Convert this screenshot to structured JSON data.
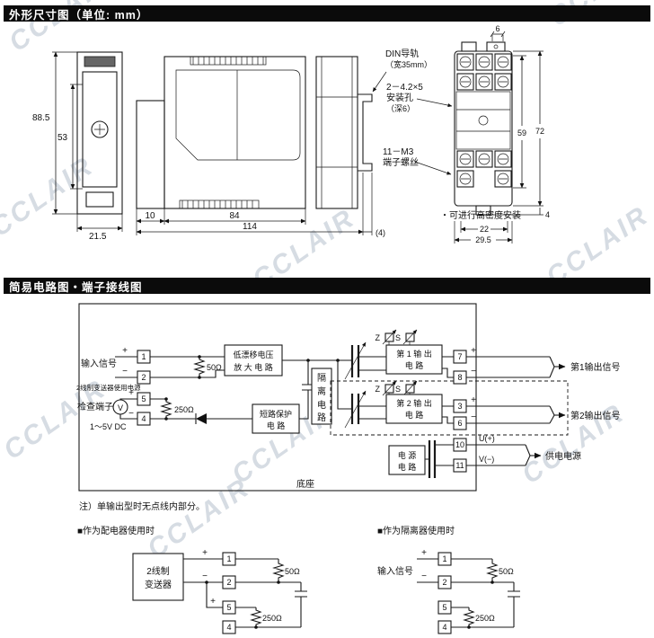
{
  "watermark": "CCLAIR",
  "sec1": {
    "title": "外形尺寸图（单位: mm）",
    "d_885": "88.5",
    "d_53": "53",
    "d_215": "21.5",
    "d_10": "10",
    "d_84": "84",
    "d_114": "114",
    "d_4p": "(4)",
    "d_6": "6",
    "d_72": "72",
    "d_59": "59",
    "d_4": "4",
    "d_22": "22",
    "d_295": "29.5",
    "ann_din_1": "DIN导轨",
    "ann_din_2": "（宽35mm）",
    "ann_hole_1": "2－4.2×5",
    "ann_hole_2": "安装孔",
    "ann_hole_3": "（深6）",
    "ann_screw_1": "11－M3",
    "ann_screw_2": "端子螺丝",
    "ann_density": "・可进行高密度安装"
  },
  "sec2": {
    "title": "简易电路图・端子接线图",
    "t1": "1",
    "t2": "2",
    "t5": "5",
    "t4": "4",
    "t7": "7",
    "t8": "8",
    "t3": "3",
    "t6": "6",
    "t10": "10",
    "t11": "11",
    "lbl_input": "输入信号",
    "lbl_2wire": "2线制变送器使用电源",
    "lbl_check": "检查端子",
    "lbl_v": "V",
    "lbl_vdc": "1～5V DC",
    "lbl_out1": "第1输出信号",
    "lbl_out2": "第2输出信号",
    "lbl_u": "U(+)",
    "lbl_vminus": "V(−)",
    "lbl_supply": "供电电源",
    "lbl_base": "底座",
    "r50": "50Ω",
    "r250": "250Ω",
    "z": "Z",
    "s": "S",
    "plus": "+",
    "minus": "−",
    "amp_1": "低漂移电压",
    "amp_2": "放 大 电 路",
    "iso_1": "隔",
    "iso_2": "离",
    "iso_3": "电",
    "iso_4": "路",
    "out1_1": "第 1 输 出",
    "out1_2": "电  路",
    "out2_1": "第 2 输 出",
    "out2_2": "电  路",
    "sc_1": "短路保护",
    "sc_2": "电  路",
    "pw_1": "电 源",
    "pw_2": "电 路",
    "note": "注）单输出型时无点线内部分。"
  },
  "sub1": {
    "title": "■作为配电器使用时",
    "box_1": "2线制",
    "box_2": "变送器",
    "r50": "50Ω",
    "r250": "250Ω",
    "t1": "1",
    "t2": "2",
    "t5": "5",
    "t4": "4"
  },
  "sub2": {
    "title": "■作为隔离器使用时",
    "lbl_input": "输入信号",
    "r50": "50Ω",
    "r250": "250Ω",
    "t1": "1",
    "t2": "2",
    "t5": "5",
    "t4": "4"
  }
}
